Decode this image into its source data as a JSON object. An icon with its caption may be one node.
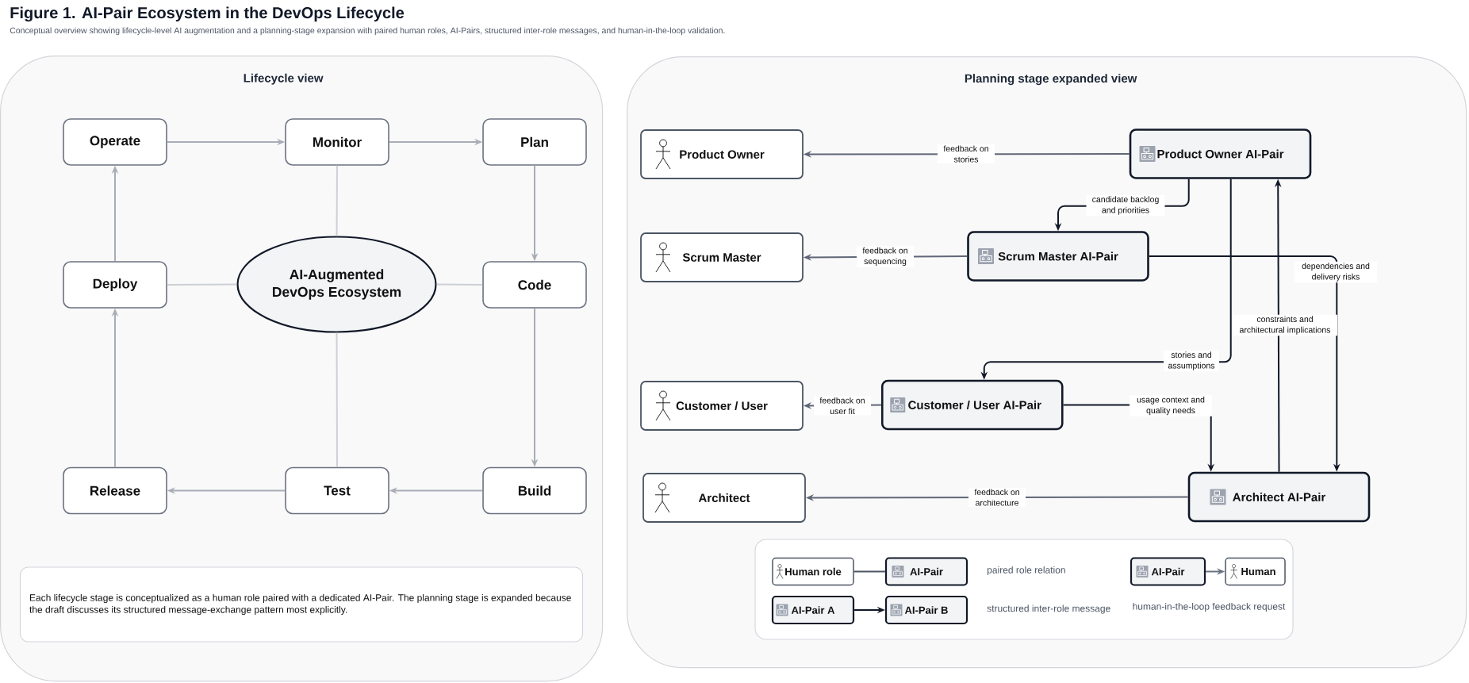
{
  "diagram": {
    "title": "Figure 1. AI-Pair Ecosystem in the DevOps Lifecycle",
    "caption": "Conceptual overview showing lifecycle-level AI augmentation and a planning-stage expansion with paired human roles, AI-Pairs, structured inter-role messages, and human-in-the-loop validation.",
    "nodes": [
      {
        "text": [
          "Lifecycle view"
        ]
      },
      {
        "text": [
          "Operate"
        ],
        "in": 0
      },
      {
        "text": [
          "Monitor"
        ],
        "in": 0
      },
      {
        "text": [
          "Plan"
        ],
        "in": 0
      },
      {
        "text": [
          "Deploy"
        ],
        "in": 0
      },
      {
        "text": [
          "AI-Augmented DevOps Ecosystem"
        ],
        "in": 0
      },
      {
        "text": [
          "Code"
        ],
        "in": 0
      },
      {
        "text": [
          "Release"
        ],
        "in": 0
      },
      {
        "text": [
          "Test"
        ],
        "in": 0
      },
      {
        "text": [
          "Build"
        ],
        "in": 0
      },
      {
        "text": [
          "Each lifecycle stage is conceptualized as a human role paired with a dedicated AI-Pair. The planning stage is expanded because the draft discusses its structured message-exchange pattern most explicitly."
        ],
        "in": 0
      },
      {
        "text": [
          "Planning stage expanded view"
        ]
      },
      {
        "text": [
          "Product Owner"
        ],
        "in": 11
      },
      {
        "text": [
          "Product Owner AI-Pair"
        ],
        "in": 11
      },
      {
        "text": [
          "Scrum Master"
        ],
        "in": 11
      },
      {
        "text": [
          "Scrum Master AI-Pair"
        ],
        "in": 11
      },
      {
        "text": [
          "Customer / User"
        ],
        "in": 11
      },
      {
        "text": [
          "Customer / User AI-Pair"
        ],
        "in": 11
      },
      {
        "text": [
          "Architect"
        ],
        "in": 11
      },
      {
        "text": [
          "Architect AI-Pair"
        ],
        "in": 11
      },
      {
        "text": [],
        "shape": "box",
        "in": 11
      },
      {
        "text": [
          "Human role"
        ],
        "in": 20
      },
      {
        "text": [
          "AI-Pair"
        ],
        "in": 20
      },
      {
        "text": [
          "AI-Pair"
        ],
        "in": 20
      },
      {
        "text": [
          "Human"
        ],
        "in": 20
      },
      {
        "text": [
          "AI-Pair A"
        ],
        "in": 20
      },
      {
        "text": [
          "AI-Pair B"
        ],
        "in": 20
      }
    ],
    "edges": [
      {
        "from": 1,
        "to": 2,
        "arrow": "to"
      },
      {
        "from": 2,
        "to": 3,
        "arrow": "to"
      },
      {
        "from": 3,
        "to": 6,
        "arrow": "to"
      },
      {
        "from": 6,
        "to": 9,
        "arrow": "to"
      },
      {
        "from": 9,
        "to": 8,
        "arrow": "to"
      },
      {
        "from": 8,
        "to": 7,
        "arrow": "to"
      },
      {
        "from": 7,
        "to": 4,
        "arrow": "to"
      },
      {
        "from": 4,
        "to": 1,
        "arrow": "to"
      },
      {
        "from": 5,
        "to": 2,
        "arrow": "none",
        "color": "#cdd0d6"
      },
      {
        "from": 5,
        "to": 6,
        "arrow": "none",
        "color": "#cdd0d6"
      },
      {
        "from": 5,
        "to": 8,
        "arrow": "none",
        "color": "#cdd0d6"
      },
      {
        "from": 5,
        "to": 4,
        "arrow": "none",
        "color": "#cdd0d6"
      },
      {
        "from": 13,
        "to": 12,
        "arrow": "to",
        "label": "feedback on stories",
        "color": "#5f6676"
      },
      {
        "from": 13,
        "to": 15,
        "arrow": "to",
        "label": "candidate backlog and priorities",
        "color": "#111827"
      },
      {
        "from": 15,
        "to": 14,
        "arrow": "to",
        "label": "feedback on sequencing",
        "color": "#5f6676"
      },
      {
        "from": 15,
        "to": 19,
        "arrow": "to",
        "label": "dependencies and delivery risks",
        "color": "#111827"
      },
      {
        "from": 19,
        "to": 13,
        "arrow": "to",
        "label": "constraints and architectural implications",
        "color": "#111827"
      },
      {
        "from": 13,
        "to": 17,
        "arrow": "to",
        "label": "stories and assumptions",
        "color": "#111827"
      },
      {
        "from": 17,
        "to": 16,
        "arrow": "to",
        "label": "feedback on user fit",
        "color": "#5f6676"
      },
      {
        "from": 17,
        "to": 19,
        "arrow": "to",
        "label": "usage context and quality needs",
        "color": "#111827"
      },
      {
        "from": 19,
        "to": 18,
        "arrow": "to",
        "label": "feedback on architecture",
        "color": "#5f6676"
      },
      {
        "from": 21,
        "to": 22,
        "arrow": "none",
        "color": "#4b5563"
      },
      {
        "from": 25,
        "to": 26,
        "arrow": "to",
        "color": "#111827"
      },
      {
        "from": 23,
        "to": 24,
        "arrow": "to",
        "color": "#6b7280"
      }
    ],
    "legend": [
      {
        "text": "paired role relation"
      },
      {
        "text": "structured inter-role message"
      },
      {
        "text": "human-in-the-loop feedback request"
      }
    ]
  }
}
